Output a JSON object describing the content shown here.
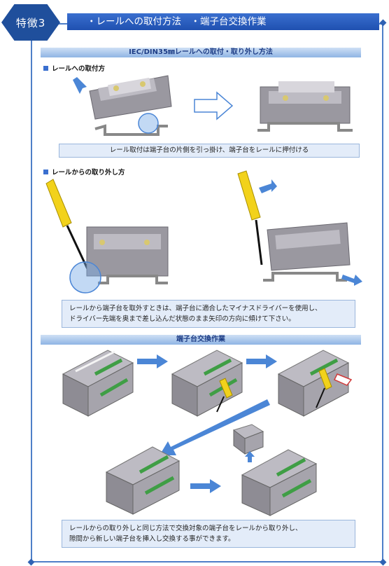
{
  "badge": {
    "label": "特徴3"
  },
  "header": {
    "title": "・レールへの取付方法　・端子台交換作業"
  },
  "rail_section": {
    "title": "IEC/DIN35㎜レールへの取付・取り外し方法",
    "mount": {
      "heading": "レールへの取付方",
      "caption": "レール取付は端子台の片側を引っ掛け、端子台をレールに押付ける"
    },
    "remove": {
      "heading": "レールからの取り外し方",
      "caption_line1": "レールから端子台を取外すときは、端子台に適合したマイナスドライバーを使用し、",
      "caption_line2": "ドライバー先端を奥まで差し込んだ状態のまま矢印の方向に傾けて下さい。"
    }
  },
  "exchange_section": {
    "title": "端子台交換作業",
    "caption_line1": "レールからの取り外しと同じ方法で交換対象の端子台をレールから取り外し、",
    "caption_line2": "隙間から新しい端子台を挿入し交換する事ができます。"
  },
  "colors": {
    "accent": "#1f50b0",
    "frame": "#4e7fc8",
    "caption_bg": "#e3ecf9",
    "arrow": "#4b86d6",
    "screwdriver": "#f2d21b"
  }
}
